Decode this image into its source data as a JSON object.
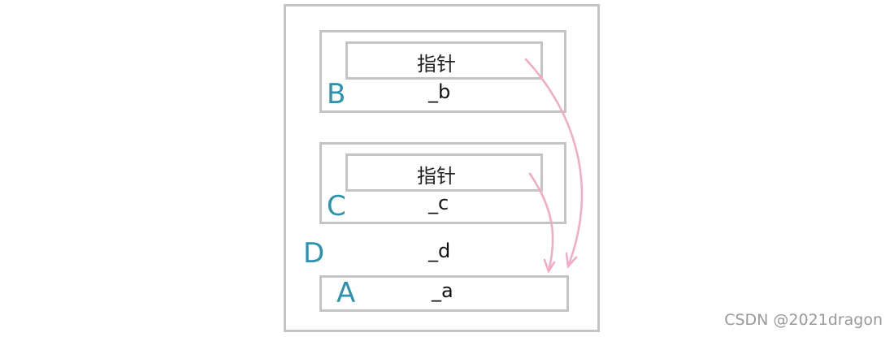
{
  "diagram": {
    "outer_box": {
      "label": "D",
      "member": "_d"
    },
    "boxes": [
      {
        "id": "B",
        "label": "B",
        "member": "_b",
        "pointer_label": "指针"
      },
      {
        "id": "C",
        "label": "C",
        "member": "_c",
        "pointer_label": "指针"
      },
      {
        "id": "A",
        "label": "A",
        "member": "_a"
      }
    ],
    "arrows": [
      {
        "from": "B.pointer",
        "to": "A"
      },
      {
        "from": "C.pointer",
        "to": "A"
      }
    ],
    "colors": {
      "border": "#c4c4c4",
      "label": "#2a93ad",
      "arrow": "#f4a9c4"
    }
  },
  "watermark": "CSDN @2021dragon"
}
